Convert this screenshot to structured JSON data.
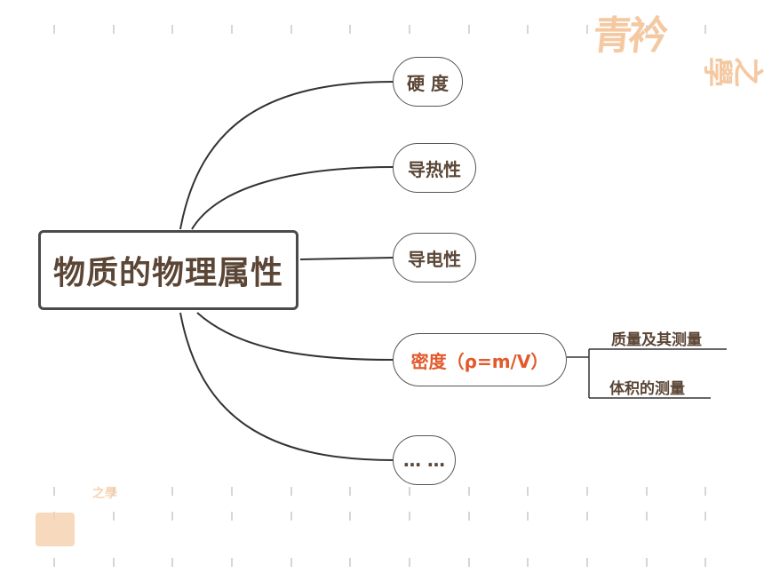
{
  "mindmap": {
    "root": "物质的物理属性",
    "branches": [
      {
        "label": "硬 度",
        "accent": false
      },
      {
        "label": "导热性",
        "accent": false
      },
      {
        "label": "导电性",
        "accent": false
      },
      {
        "label": "密度（ρ=m/V）",
        "accent": true
      },
      {
        "label": "… …",
        "accent": false
      }
    ],
    "sub_branches": [
      "质量及其测量",
      "体积的测量"
    ]
  },
  "colors": {
    "text": "#5b4636",
    "accent": "#e2592b",
    "line": "#333333",
    "decoration": "#f4c9a2"
  }
}
